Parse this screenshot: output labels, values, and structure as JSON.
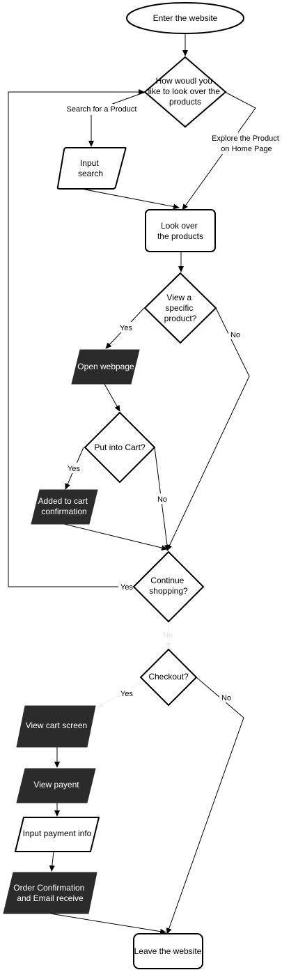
{
  "nodes": {
    "start": [
      "Enter the website"
    ],
    "how_look": [
      "How woudl you",
      "like to look over the",
      "products"
    ],
    "input_search": [
      "Input",
      "search"
    ],
    "look_over": [
      "Look over",
      "the products"
    ],
    "view_specific": [
      "View a",
      "specific",
      "product?"
    ],
    "open_webpage": [
      "Open webpage"
    ],
    "put_cart": [
      "Put into Cart?"
    ],
    "added_cart": [
      "Added to cart",
      "confirmation"
    ],
    "continue": [
      "Continue",
      "shopping?"
    ],
    "checkout": [
      "Checkout?"
    ],
    "view_cart": [
      "View cart screen"
    ],
    "view_payment": [
      "View payent"
    ],
    "input_payment": [
      "Input payment info"
    ],
    "order_conf": [
      "Order Confirmation",
      "and Email receive"
    ],
    "leave": [
      "Leave the website"
    ]
  },
  "edges": {
    "search_product": [
      "Search for a Product"
    ],
    "explore_home": [
      "Explore the Product",
      "on Home Page"
    ],
    "yes_view": [
      "Yes"
    ],
    "no_view": [
      "No"
    ],
    "yes_cart": [
      "Yes"
    ],
    "no_cart": [
      "No"
    ],
    "yes_continue": [
      "Yes"
    ],
    "no_continue": [
      "No"
    ],
    "yes_checkout": [
      "Yes"
    ],
    "no_checkout": [
      "No"
    ]
  }
}
